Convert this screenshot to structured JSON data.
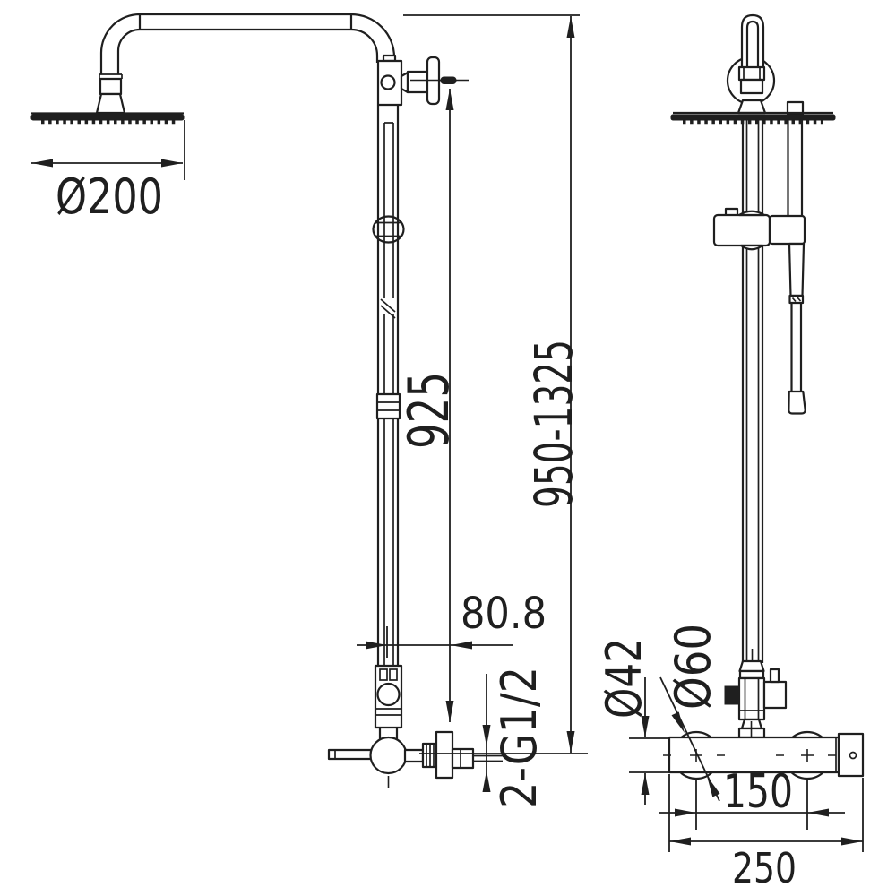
{
  "drawing": {
    "background": "#ffffff",
    "line_color": "#1f1f1f",
    "dimensions": {
      "head_diameter": "Ø200",
      "drop_height": "925",
      "total_height": "950-1325",
      "outlet_offset": "80.8",
      "thread_spec": "2-G1/2",
      "valve_body_diameter": "Ø42",
      "flange_diameter": "Ø60",
      "inlet_spacing": "150",
      "valve_width": "250"
    }
  }
}
